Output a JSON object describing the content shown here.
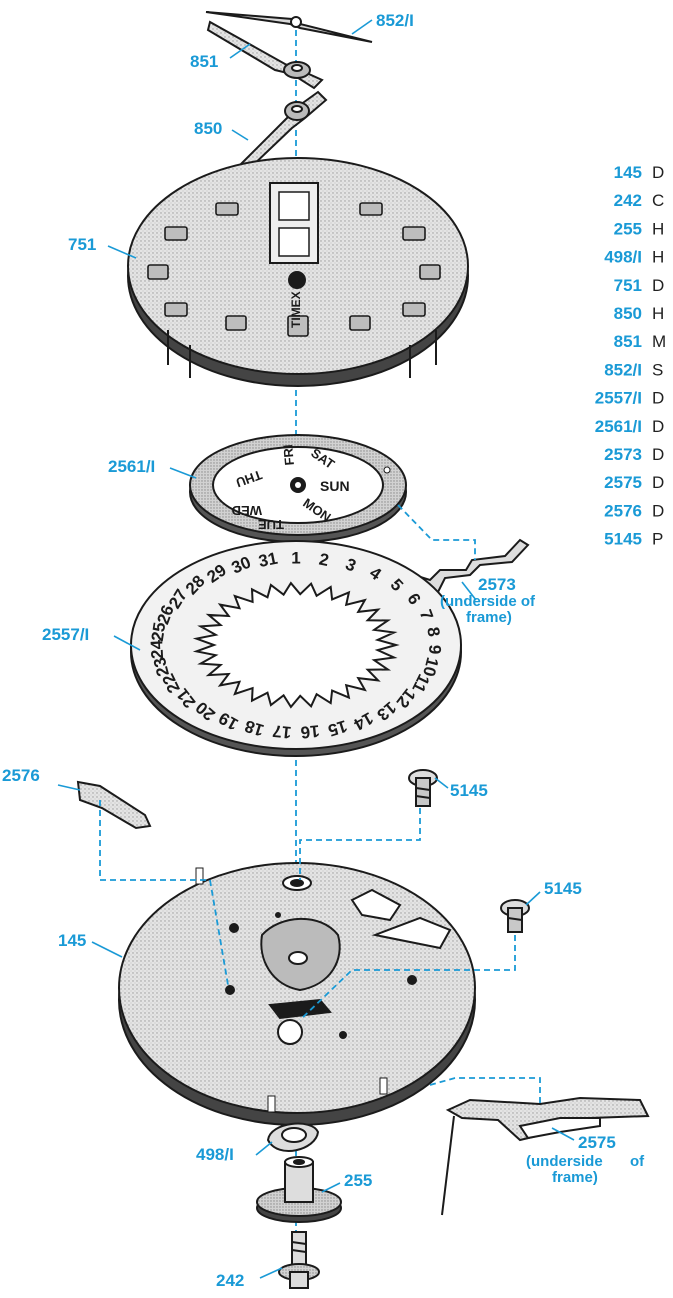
{
  "colors": {
    "label": "#1a9ad6",
    "ink": "#1b1b1b",
    "plate": "#cfcfcf",
    "dial": "#dcdcdc"
  },
  "callouts": {
    "second_hand": "852/I",
    "minute_hand": "851",
    "hour_hand": "850",
    "dial": "751",
    "day_wheel": "2561/I",
    "day_spring": "2573",
    "day_spring_note": "(underside of",
    "day_spring_note2": "frame)",
    "date_ring": "2557/I",
    "date_spring_left": "2576",
    "screw_top": "5145",
    "screw_right": "5145",
    "frame": "145",
    "date_lever": "2575",
    "date_lever_note": "(underside",
    "date_lever_note_of": "of",
    "date_lever_note2": "frame)",
    "hour_wheel_washer": "498/I",
    "hour_wheel": "255",
    "cannon_pinion": "242"
  },
  "dial_text": {
    "brand": "TIMEX",
    "days": [
      "SUN",
      "MON",
      "TUE",
      "WED",
      "THU",
      "FRI",
      "SAT"
    ],
    "dates": [
      "1",
      "2",
      "3",
      "4",
      "5",
      "6",
      "7",
      "8",
      "9",
      "10",
      "11",
      "12",
      "13",
      "14",
      "15",
      "16",
      "17",
      "18",
      "19",
      "20",
      "21",
      "22",
      "23",
      "24",
      "25",
      "26",
      "27",
      "28",
      "29",
      "30",
      "31"
    ]
  },
  "legend": [
    {
      "num": "145",
      "text": "D"
    },
    {
      "num": "242",
      "text": "C"
    },
    {
      "num": "255",
      "text": "H"
    },
    {
      "num": "498/I",
      "text": "H"
    },
    {
      "num": "751",
      "text": "D"
    },
    {
      "num": "850",
      "text": "H"
    },
    {
      "num": "851",
      "text": "M"
    },
    {
      "num": "852/I",
      "text": "S"
    },
    {
      "num": "2557/I",
      "text": "D"
    },
    {
      "num": "2561/I",
      "text": "D"
    },
    {
      "num": "2573",
      "text": "D"
    },
    {
      "num": "2575",
      "text": "D"
    },
    {
      "num": "2576",
      "text": "D"
    },
    {
      "num": "5145",
      "text": "P"
    }
  ]
}
